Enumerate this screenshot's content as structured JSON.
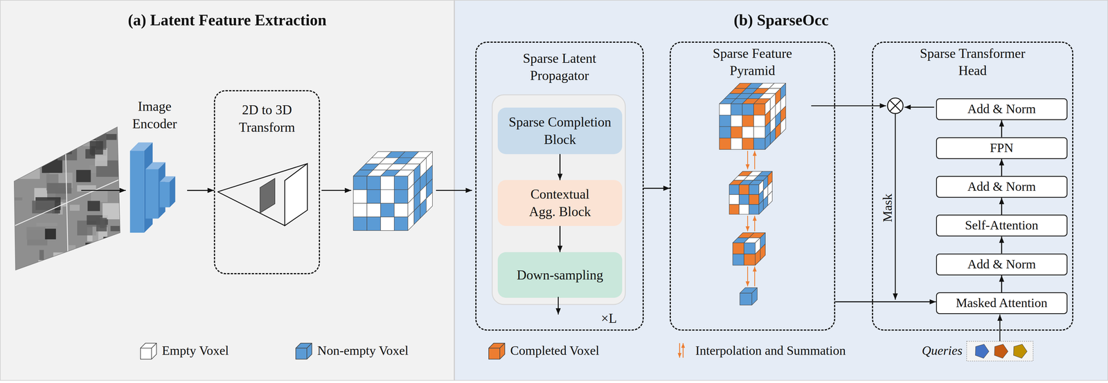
{
  "diagram": {
    "nodes": [
      {
        "text": [
          "(a) Latent Feature Extraction"
        ]
      },
      {
        "text": [
          "Image Encoder"
        ],
        "in": 0
      },
      {
        "text": [
          "2D to 3D Transform"
        ],
        "in": 0
      },
      {
        "text": [
          "(b) SparseOcc"
        ]
      },
      {
        "text": [
          "Sparse Latent Propagator",
          "×L"
        ],
        "in": 3
      },
      {
        "text": [
          "Sparse Completion Block"
        ],
        "in": 4
      },
      {
        "text": [
          "Contextual Agg. Block"
        ],
        "in": 4
      },
      {
        "text": [
          "Down-sampling"
        ],
        "in": 4
      },
      {
        "text": [
          "Sparse Feature Pyramid"
        ],
        "in": 3
      },
      {
        "text": [
          "Sparse Transformer Head"
        ],
        "in": 3
      },
      {
        "text": [
          "Add & Norm"
        ],
        "in": 9
      },
      {
        "text": [
          "FPN"
        ],
        "in": 9
      },
      {
        "text": [
          "Add & Norm"
        ],
        "in": 9
      },
      {
        "text": [
          "Self-Attention"
        ],
        "in": 9
      },
      {
        "text": [
          "Add & Norm"
        ],
        "in": 9
      },
      {
        "text": [
          "Masked Attention"
        ],
        "in": 9
      }
    ],
    "edges": [
      {
        "from": 1,
        "to": 2,
        "arrow": "to"
      },
      {
        "from": 4,
        "to": 8,
        "arrow": "to"
      },
      {
        "from": 5,
        "to": 6,
        "arrow": "to"
      },
      {
        "from": 6,
        "to": 7,
        "arrow": "to"
      },
      {
        "from": 8,
        "to": 15,
        "arrow": "to"
      },
      {
        "from": 15,
        "to": 14,
        "arrow": "to"
      },
      {
        "from": 14,
        "to": 13,
        "arrow": "to"
      },
      {
        "from": 13,
        "to": 12,
        "arrow": "to"
      },
      {
        "from": 12,
        "to": 11,
        "arrow": "to"
      },
      {
        "from": 11,
        "to": 10,
        "arrow": "to"
      }
    ],
    "labels": [
      "Mask",
      "Queries"
    ],
    "legend": [
      {
        "text": "Empty Voxel",
        "color": "#ffffff"
      },
      {
        "text": "Non-empty Voxel",
        "color": "#5b9bd5"
      },
      {
        "text": "Completed Voxel",
        "color": "#ed7d31"
      },
      {
        "text": "Interpolation and Summation"
      }
    ]
  }
}
